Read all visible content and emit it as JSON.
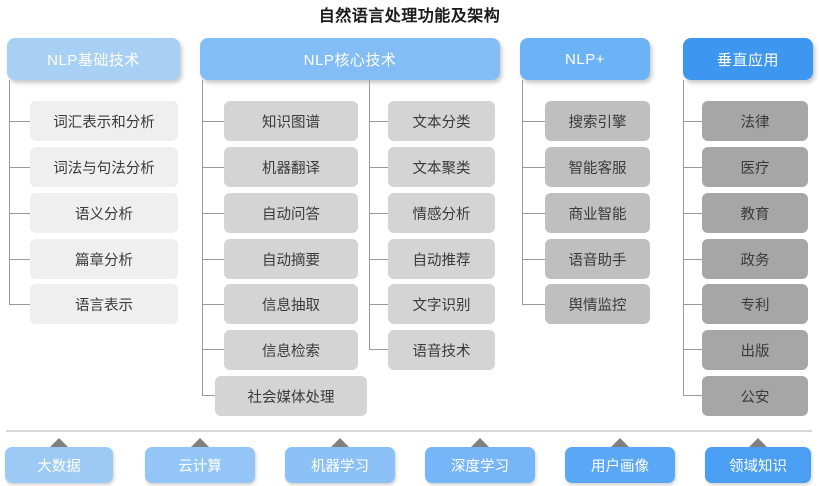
{
  "title": "自然语言处理功能及架构",
  "colors": {
    "header_basic": "#a8d0f5",
    "header_core": "#82bdf5",
    "header_plus": "#6cb2f7",
    "header_vertical": "#3d96f0",
    "item_basic": "#efefef",
    "item_core": "#d4d4d4",
    "item_plus": "#bfbfbf",
    "item_vertical": "#a6a6a6",
    "connector": "#9a9a9a",
    "arrow": "#808080",
    "separator": "#d8d8d8",
    "title_text": "#1a1a1a"
  },
  "columns": [
    {
      "id": "nlp-basic",
      "header": "NLP基础技术",
      "groups": [
        {
          "items": [
            "词汇表示和分析",
            "词法与句法分析",
            "语义分析",
            "篇章分析",
            "语言表示"
          ]
        }
      ]
    },
    {
      "id": "nlp-core",
      "header": "NLP核心技术",
      "groups": [
        {
          "items": [
            "知识图谱",
            "机器翻译",
            "自动问答",
            "自动摘要",
            "信息抽取",
            "信息检索",
            "社会媒体处理"
          ]
        },
        {
          "items": [
            "文本分类",
            "文本聚类",
            "情感分析",
            "自动推荐",
            "文字识别",
            "语音技术"
          ]
        }
      ]
    },
    {
      "id": "nlp-plus",
      "header": "NLP+",
      "groups": [
        {
          "items": [
            "搜索引擎",
            "智能客服",
            "商业智能",
            "语音助手",
            "舆情监控"
          ]
        }
      ]
    },
    {
      "id": "vertical-app",
      "header": "垂直应用",
      "groups": [
        {
          "items": [
            "法律",
            "医疗",
            "教育",
            "政务",
            "专利",
            "出版",
            "公安"
          ]
        }
      ]
    }
  ],
  "foundation": {
    "items": [
      {
        "label": "大数据",
        "color": "#9ccaf5"
      },
      {
        "label": "云计算",
        "color": "#93c6f6"
      },
      {
        "label": "机器学习",
        "color": "#8bc1f6"
      },
      {
        "label": "深度学习",
        "color": "#76b5f7"
      },
      {
        "label": "用户画像",
        "color": "#5aa8f5"
      },
      {
        "label": "领域知识",
        "color": "#4a9ff4"
      }
    ],
    "arrow_icon": "arrow-up-icon"
  },
  "watermark": ""
}
